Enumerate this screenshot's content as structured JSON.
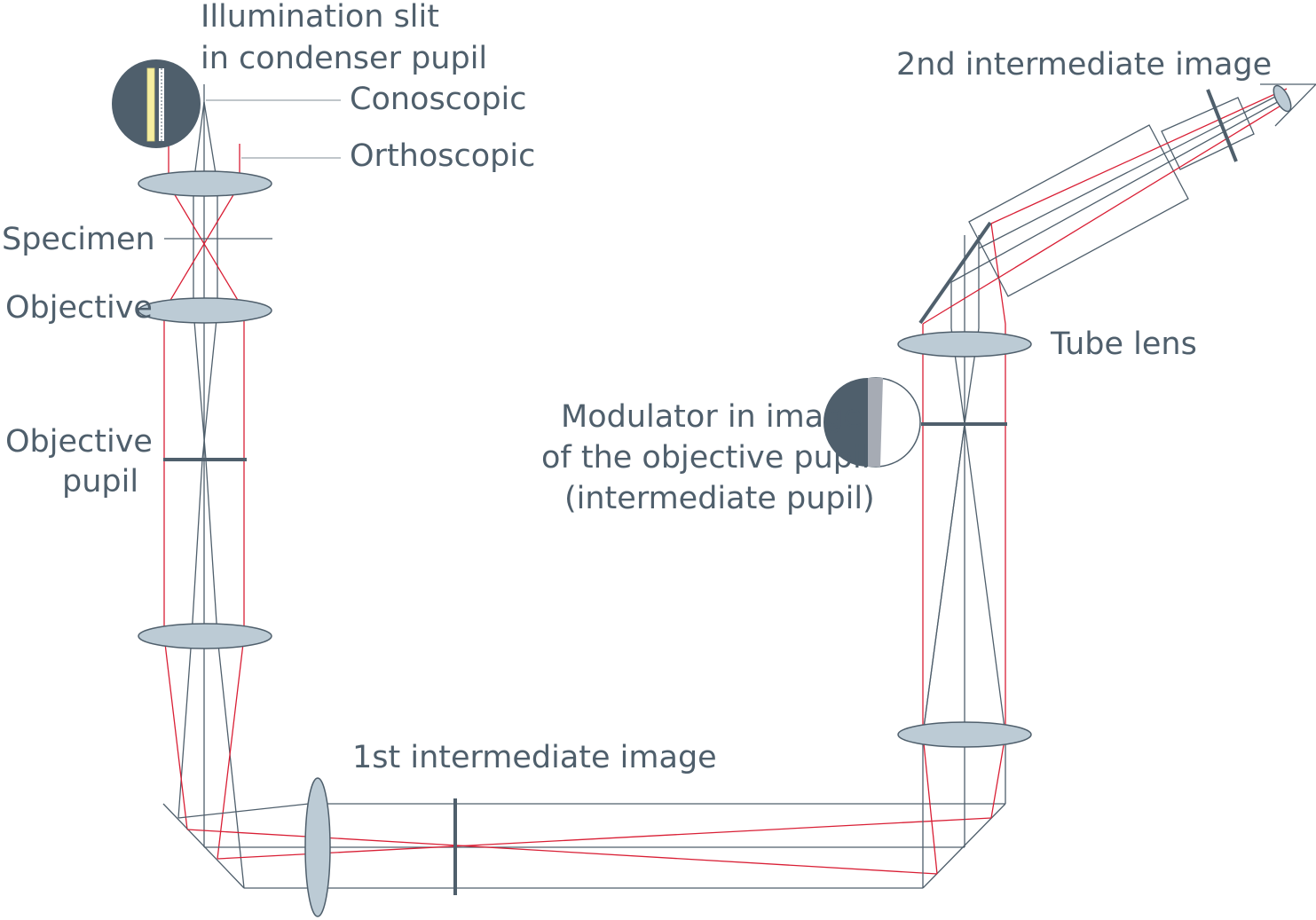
{
  "colors": {
    "gray_ray": "#4f5f6c",
    "red_ray": "#d91f35",
    "lens_fill": "#bccbd5",
    "label_text": "#4f5f6c",
    "slit_yellow": "#f6eea0",
    "modulator_light": "#a6abb4"
  },
  "labels": {
    "illumination_line1": "Illumination slit",
    "illumination_line2": "in condenser pupil",
    "conoscopic": "Conoscopic",
    "orthoscopic": "Orthoscopic",
    "specimen": "Specimen",
    "objective": "Objective",
    "objective_pupil_line1": "Objective",
    "objective_pupil_line2": "pupil",
    "first_intermediate": "1st intermediate image",
    "second_intermediate": "2nd intermediate image",
    "tube_lens": "Tube lens",
    "modulator_line1": "Modulator in image",
    "modulator_line2": "of the objective pupil",
    "modulator_line3": "(intermediate pupil)"
  }
}
